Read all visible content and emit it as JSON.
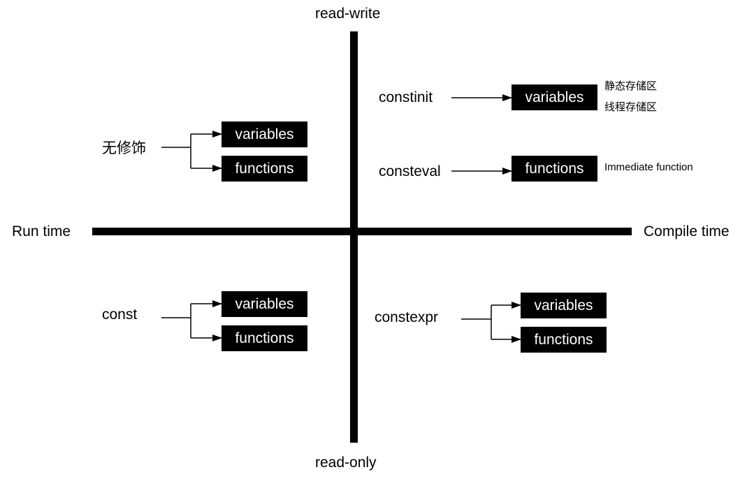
{
  "axes": {
    "top": "read-write",
    "bottom": "read-only",
    "left": "Run time",
    "right": "Compile time"
  },
  "quadrants": {
    "top_left": {
      "keyword": "无修饰",
      "boxes": [
        "variables",
        "functions"
      ]
    },
    "top_right": {
      "constinit": {
        "keyword": "constinit",
        "box": "variables",
        "notes": [
          "静态存储区",
          "线程存储区"
        ]
      },
      "consteval": {
        "keyword": "consteval",
        "box": "functions",
        "note": "Immediate function"
      }
    },
    "bottom_left": {
      "keyword": "const",
      "boxes": [
        "variables",
        "functions"
      ]
    },
    "bottom_right": {
      "keyword": "constexpr",
      "boxes": [
        "variables",
        "functions"
      ]
    }
  }
}
